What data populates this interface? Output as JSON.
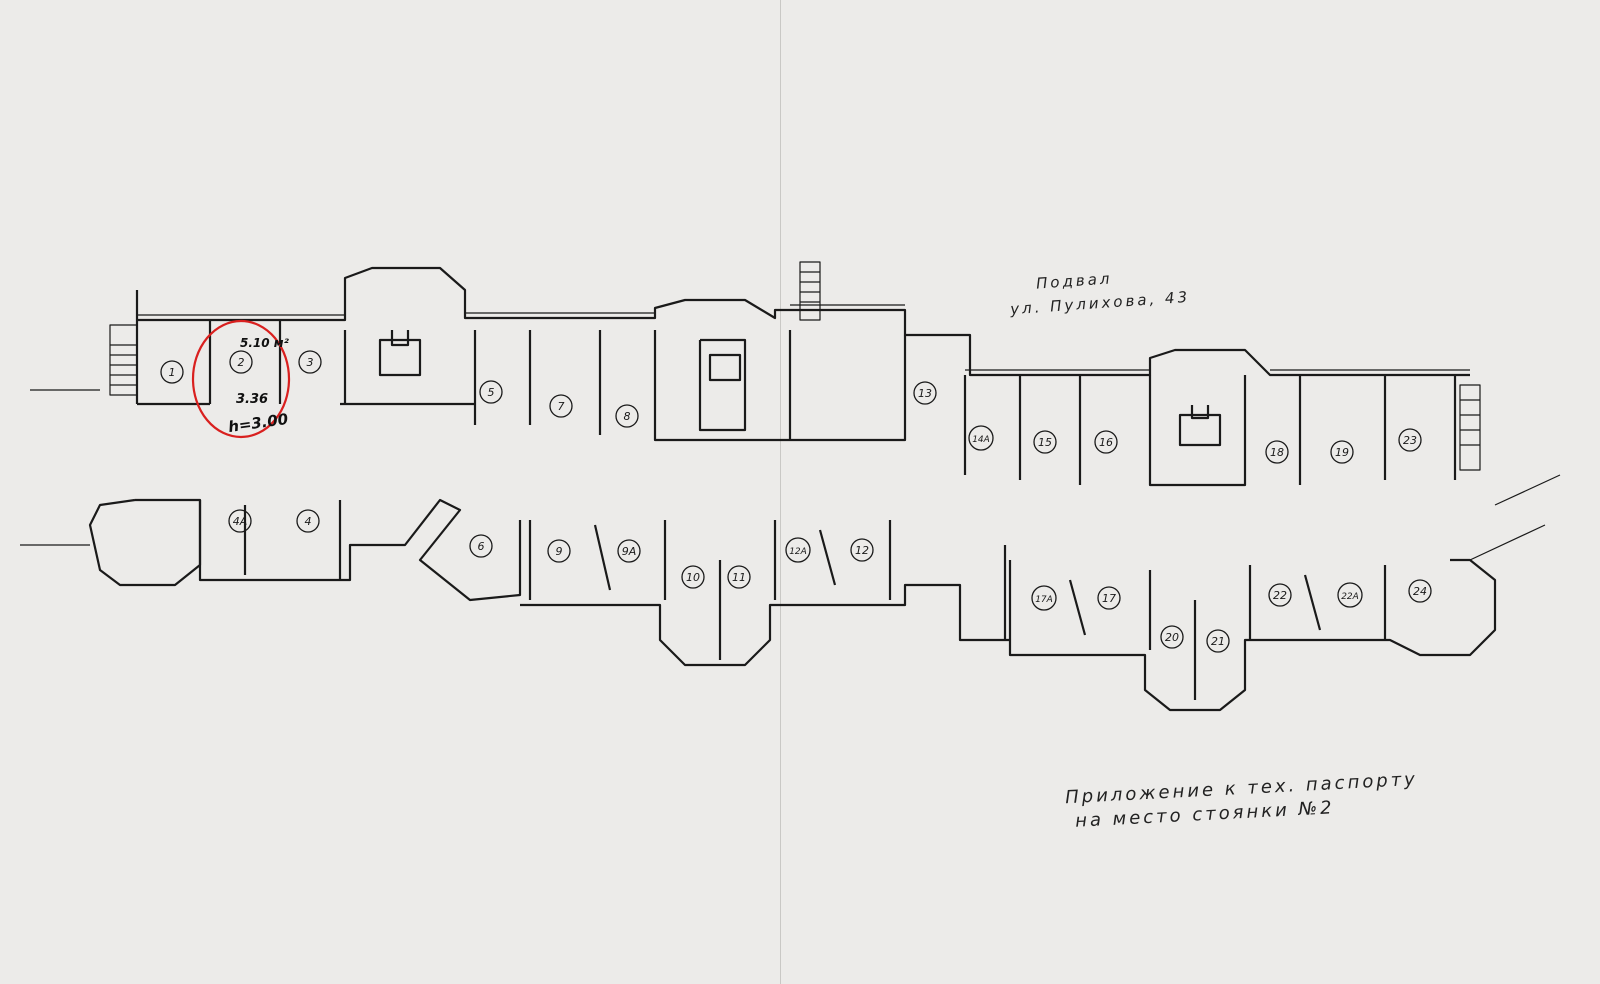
{
  "titles": {
    "plan_name": "Подвал",
    "address": "ул. Пулихова, 43",
    "appendix_line1": "Приложение к тех. паспорту",
    "appendix_line2": "на место стоянки №2"
  },
  "highlight": {
    "room": "2",
    "area_note": "5.10 м²",
    "length": "3.36",
    "height_note": "h=3.00"
  },
  "rooms": [
    "1",
    "2",
    "3",
    "5",
    "7",
    "8",
    "13",
    "14А",
    "15",
    "16",
    "18",
    "19",
    "23",
    "4А",
    "4",
    "6",
    "9",
    "9А",
    "10",
    "11",
    "12А",
    "12",
    "17А",
    "17",
    "20",
    "21",
    "22",
    "22А",
    "24"
  ],
  "colors": {
    "highlight": "#d9201f",
    "ink": "#1a1a1a",
    "paper": "#ecebe9"
  }
}
